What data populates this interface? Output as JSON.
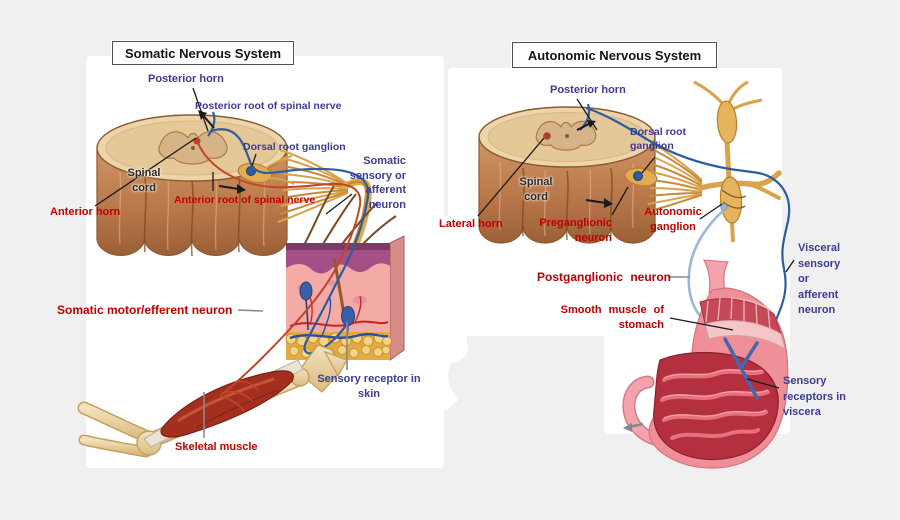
{
  "panels": {
    "somatic": {
      "title": "Somatic Nervous System",
      "labels": {
        "posterior_horn": "Posterior horn",
        "posterior_root": "Posterior root of spinal nerve",
        "dorsal_root_ganglion": "Dorsal root ganglion",
        "spinal_cord": "Spinal\ncord",
        "anterior_horn": "Anterior horn",
        "anterior_root": "Anterior root of spinal nerve",
        "somatic_sensory": "Somatic\nsensory or\nafferent\nneuron",
        "somatic_motor": "Somatic motor/efferent neuron",
        "sensory_receptor_skin": "Sensory receptor in\nskin",
        "skeletal_muscle": "Skeletal muscle"
      }
    },
    "autonomic": {
      "title": "Autonomic Nervous System",
      "labels": {
        "posterior_horn": "Posterior horn",
        "dorsal_root_ganglion": "Dorsal root\nganglion",
        "spinal_cord": "Spinal\ncord",
        "lateral_horn": "Lateral horn",
        "preganglionic_neuron": "Preganglionic\nneuron",
        "autonomic_ganglion": "Autonomic\nganglion",
        "postganglionic_neuron": "Postganglionic neuron",
        "smooth_muscle": "Smooth muscle of\nstomach",
        "visceral_sensory": "Visceral\nsensory\nor\nafferent\nneuron",
        "sensory_receptors_viscera": "Sensory\nreceptors in\nviscera"
      }
    }
  },
  "colors": {
    "label_blue": "#3c3c96",
    "label_red": "#c00000",
    "title_text": "#141414",
    "background": "#f0f0f1",
    "panel_white": "#ffffff",
    "sensory_fiber_blue": "#2d5d9f",
    "motor_fiber_red": "#c44427",
    "postganglionic_gray_blue": "#9db7d6",
    "nerve_tan": "#dba04a"
  }
}
